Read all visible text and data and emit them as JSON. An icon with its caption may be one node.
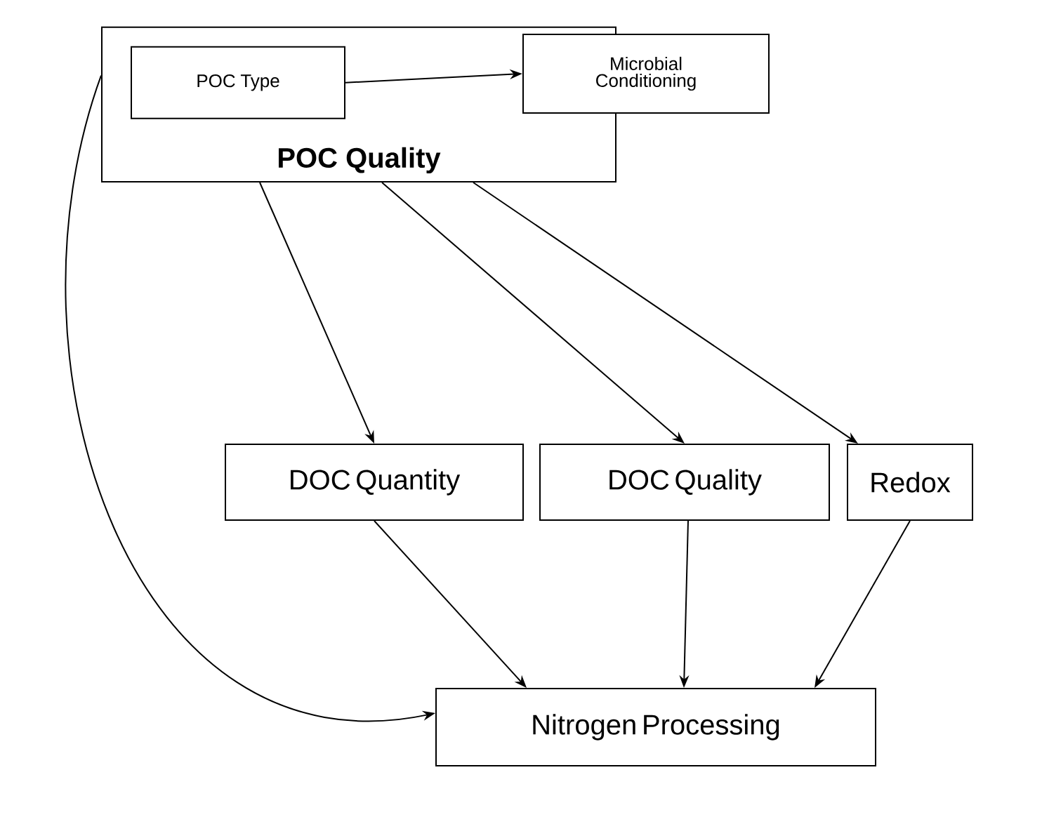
{
  "diagram": {
    "nodes": [
      {
        "text": [
          "POC Quality"
        ]
      },
      {
        "text": [
          "POC Type"
        ],
        "in": 0
      },
      {
        "text": [
          "Microbial Conditioning"
        ]
      },
      {
        "text": [
          "DOC Quantity"
        ]
      },
      {
        "text": [
          "DOC Quality"
        ]
      },
      {
        "text": [
          "Redox"
        ]
      },
      {
        "text": [
          "Nitrogen Processing"
        ]
      }
    ],
    "edges": [
      {
        "from": 1,
        "to": 2,
        "arrow": "to"
      },
      {
        "from": 0,
        "to": 3,
        "arrow": "to"
      },
      {
        "from": 0,
        "to": 4,
        "arrow": "to"
      },
      {
        "from": 0,
        "to": 5,
        "arrow": "to"
      },
      {
        "from": 3,
        "to": 6,
        "arrow": "to"
      },
      {
        "from": 4,
        "to": 6,
        "arrow": "to"
      },
      {
        "from": 5,
        "to": 6,
        "arrow": "to"
      },
      {
        "from": 0,
        "to": 6,
        "arrow": "to"
      }
    ]
  }
}
